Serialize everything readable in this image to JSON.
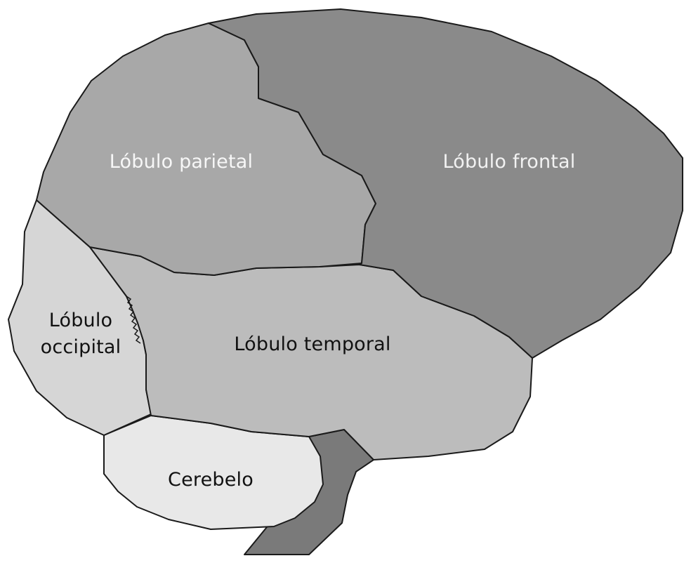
{
  "diagram": {
    "lobes": {
      "frontal": {
        "label": "Lóbulo frontal",
        "fill": "#8a8a8a",
        "text_color": "#f2f2f2"
      },
      "parietal": {
        "label": "Lóbulo parietal",
        "fill": "#a8a8a8",
        "text_color": "#f7f7f7"
      },
      "occipital": {
        "label_line1": "Lóbulo",
        "label_line2": "occipital",
        "fill": "#d6d6d6",
        "text_color": "#111111"
      },
      "temporal": {
        "label": "Lóbulo temporal",
        "fill": "#bcbcbc",
        "text_color": "#111111"
      },
      "cerebelo": {
        "label": "Cerebelo",
        "fill": "#e8e8e8",
        "text_color": "#111111"
      },
      "brainstem": {
        "fill": "#7a7a7a"
      }
    }
  }
}
